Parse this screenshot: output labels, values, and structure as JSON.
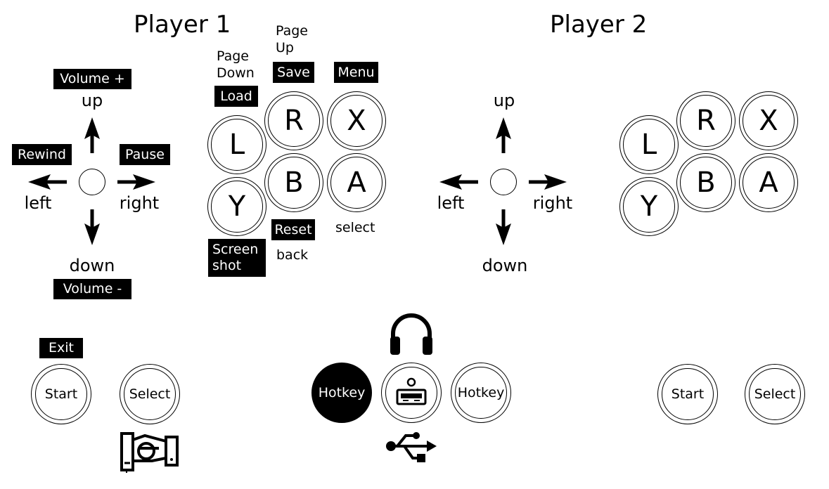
{
  "titles": {
    "player1": "Player 1",
    "player2": "Player 2"
  },
  "player1": {
    "dpad": {
      "up": "up",
      "down": "down",
      "left": "left",
      "right": "right"
    },
    "dpad_tags": {
      "up": "Volume +",
      "down": "Volume -",
      "left": "Rewind",
      "right": "Pause"
    },
    "buttons": {
      "L": "L",
      "R": "R",
      "X": "X",
      "Y": "Y",
      "B": "B",
      "A": "A"
    },
    "tags": {
      "L": "Load",
      "R": "Save",
      "X": "Menu",
      "Y": "Screen\nshot",
      "B": "Reset"
    },
    "notes": {
      "L": "Page\nDown",
      "R": "Page\nUp",
      "A": "select",
      "B": "back"
    },
    "start": "Start",
    "select": "Select",
    "start_tag": "Exit"
  },
  "player2": {
    "dpad": {
      "up": "up",
      "down": "down",
      "left": "left",
      "right": "right"
    },
    "buttons": {
      "L": "L",
      "R": "R",
      "X": "X",
      "Y": "Y",
      "B": "B",
      "A": "A"
    },
    "start": "Start",
    "select": "Select"
  },
  "center": {
    "hotkey_left": "Hotkey",
    "hotkey_right": "Hotkey"
  },
  "icons": {
    "headphones": "headphones-icon",
    "usb_port": "usb-port-icon",
    "usb_symbol": "usb-symbol-icon",
    "coin_insert": "coin-insert-icon"
  },
  "colors": {
    "ink": "#000000",
    "paper": "#ffffff"
  }
}
